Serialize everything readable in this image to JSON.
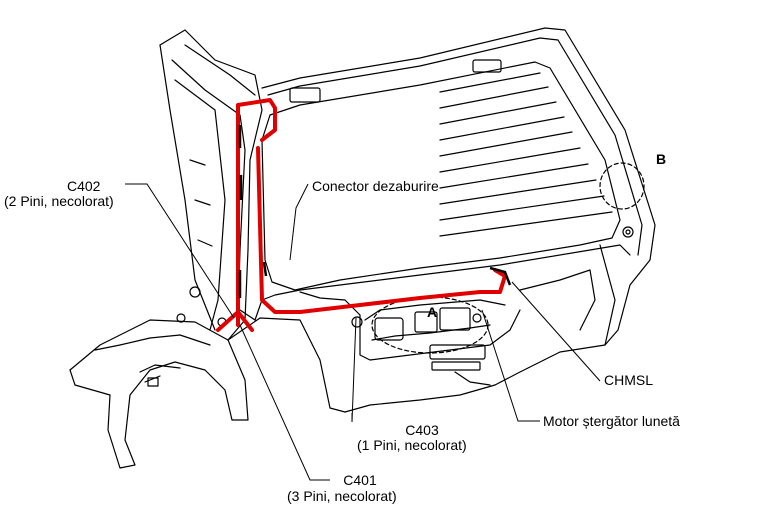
{
  "labels": {
    "c402_name": "C402",
    "c402_detail": "(2 Pini, necolorat)",
    "conector": "Conector dezaburire",
    "b": "B",
    "a": "A",
    "chmsl": "CHMSL",
    "motor": "Motor ștergător lunetă",
    "c403_name": "C403",
    "c403_detail": "(1 Pini, necolorat)",
    "c401_name": "C401",
    "c401_detail": "(3 Pini, necolorat)"
  },
  "colors": {
    "harness": "#e00000",
    "line": "#000000"
  }
}
